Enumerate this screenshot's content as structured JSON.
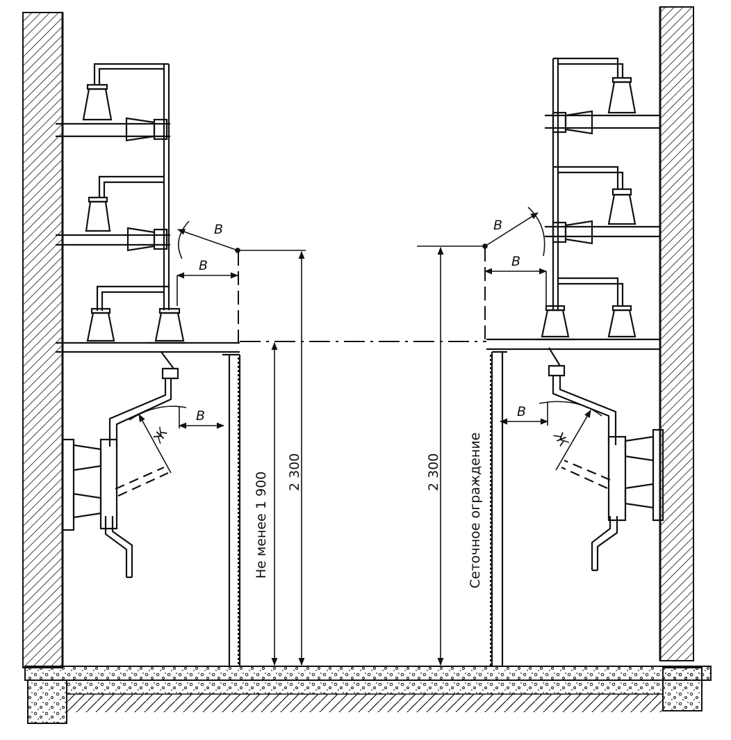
{
  "labels": {
    "clearance_b": "В",
    "clearance_zh": "Ж",
    "dim_min_height": "Не менее 1 900",
    "dim_height_left": "2 300",
    "dim_height_right": "2 300",
    "mesh_fence": "Сеточное ограждение"
  },
  "colors": {
    "ink": "#111111",
    "background": "#ffffff"
  }
}
